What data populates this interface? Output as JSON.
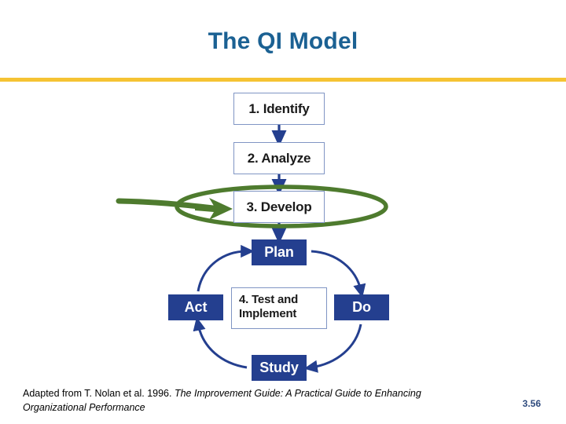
{
  "slide": {
    "title": "The QI Model",
    "number": "3.56",
    "accent_color": "#F5C333",
    "title_color": "#1B6193",
    "box_fill_color": "#243F8F",
    "box_border_color": "#8095C4",
    "annotation_color": "#4E7B2E"
  },
  "flow": {
    "steps": [
      {
        "id": "identify",
        "label": "1. Identify"
      },
      {
        "id": "analyze",
        "label": "2. Analyze"
      },
      {
        "id": "develop",
        "label": "3. Develop"
      }
    ]
  },
  "pdsa": {
    "center": {
      "line1": "4. Test and",
      "line2": "Implement"
    },
    "nodes": [
      {
        "id": "plan",
        "label": "Plan"
      },
      {
        "id": "do",
        "label": "Do"
      },
      {
        "id": "study",
        "label": "Study"
      },
      {
        "id": "act",
        "label": "Act"
      }
    ]
  },
  "annotation": {
    "target": "3. Develop",
    "shape": "ellipse-with-arrow"
  },
  "citation": {
    "prefix": "Adapted from T. Nolan et al. 1996. ",
    "work": "The Improvement Guide: A Practical Guide to Enhancing Organizational Performance"
  }
}
